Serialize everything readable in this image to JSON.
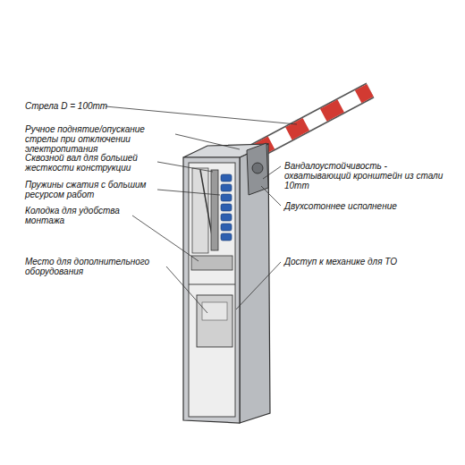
{
  "diagram": {
    "labels": [
      "Стрела D = 100mm",
      "Ручное поднятие/опускание стрелы при отключении электропитания",
      "Сквозной вал для большей жесткости конструкции",
      "Пружины сжатия с большим ресурсом работ",
      "Колодка для удобства монтажа",
      "Место для дополнительного оборудования",
      "Вандалоустойчивость - охватывающий кронштейн из стали 10mm",
      "Двухсотоннее исполнение",
      "Доступ к механике для ТО"
    ]
  }
}
